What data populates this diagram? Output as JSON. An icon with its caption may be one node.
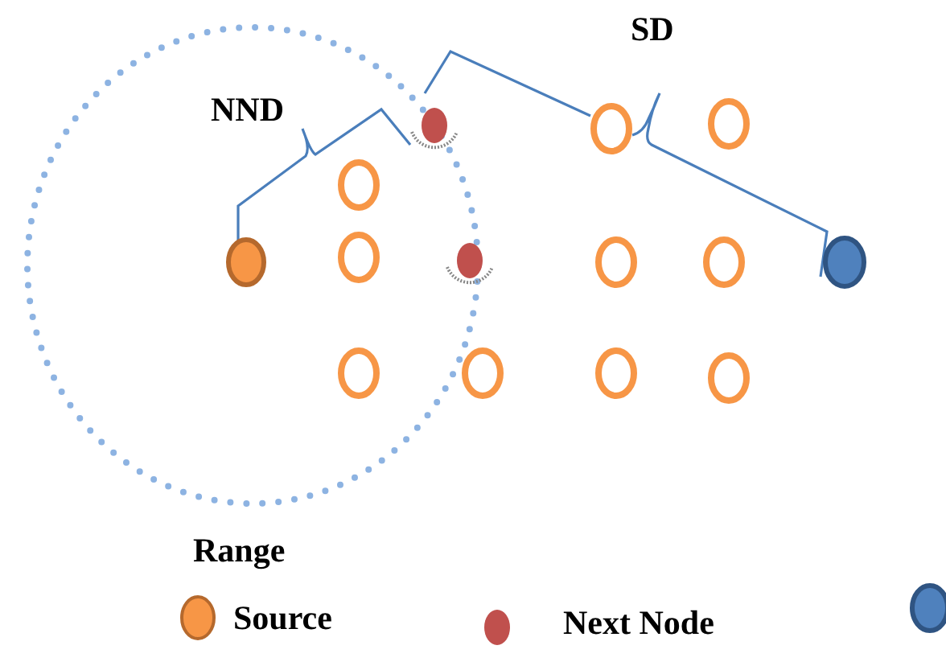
{
  "diagram": {
    "labels": [
      "SD",
      "NND",
      "Range"
    ],
    "legend": [
      {
        "text": "Source",
        "color": "#f79646"
      },
      {
        "text": "Next Node",
        "color": "#c0504d"
      }
    ]
  }
}
